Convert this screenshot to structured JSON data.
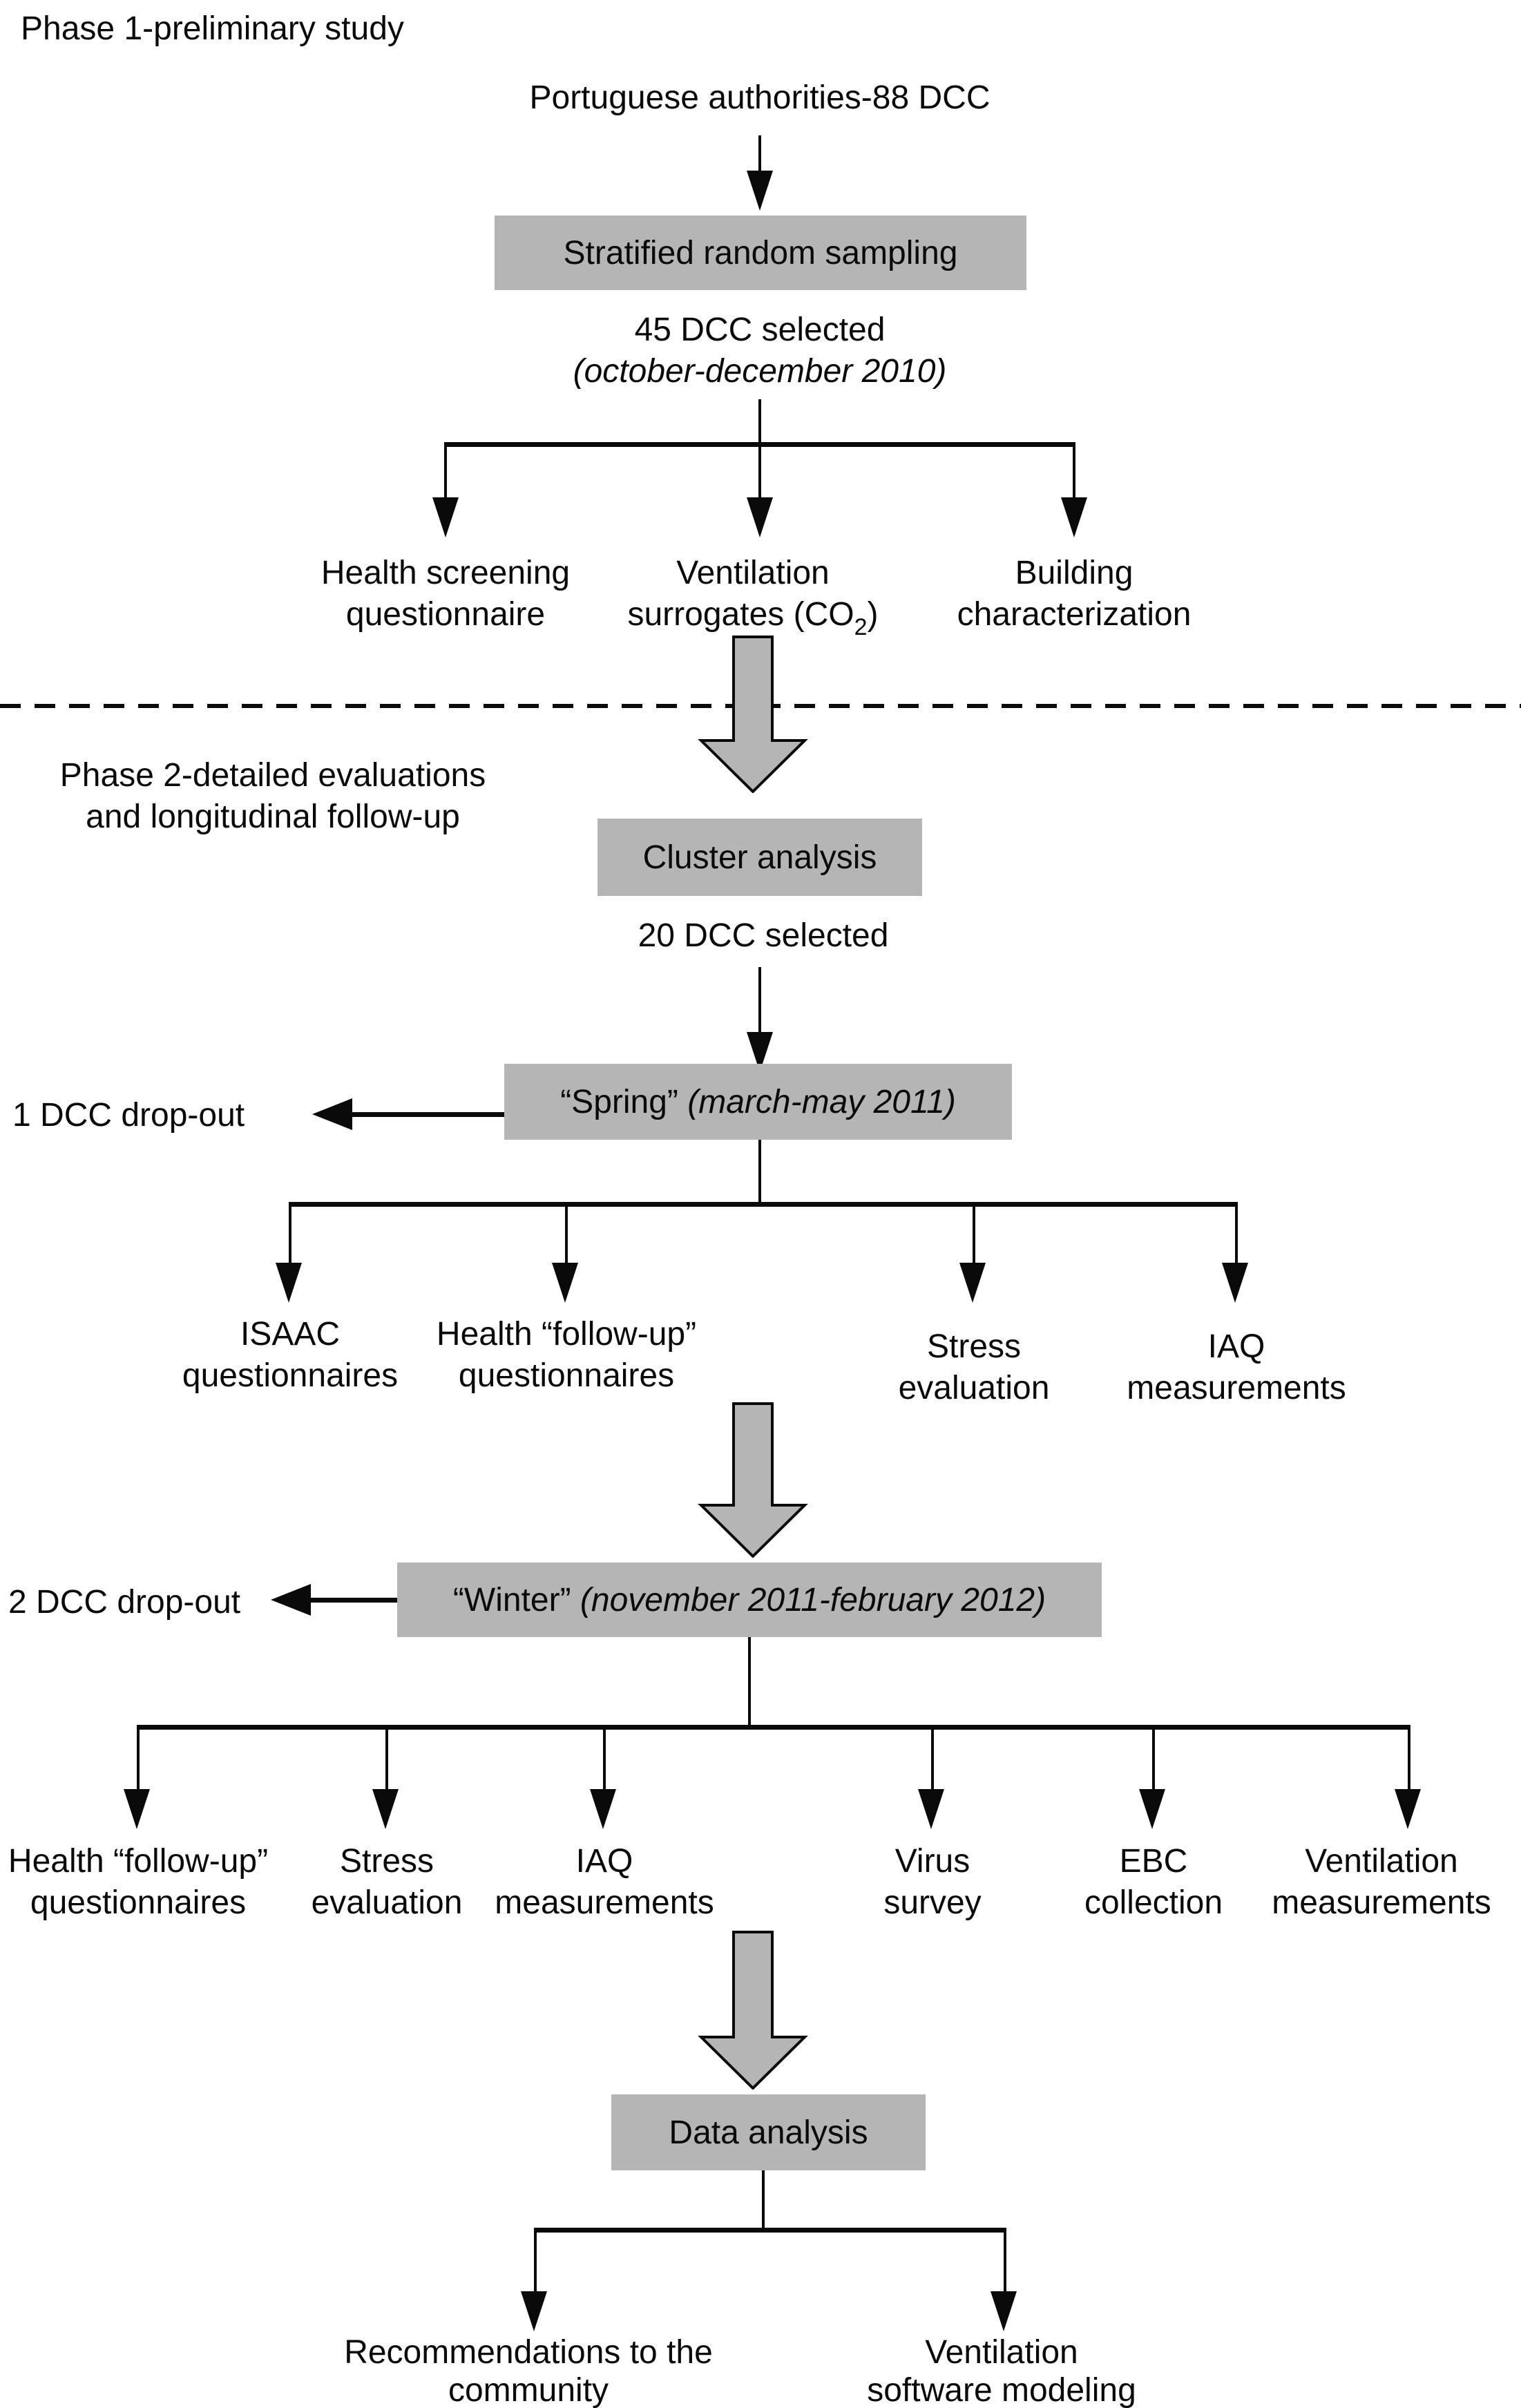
{
  "colors": {
    "background": "#ffffff",
    "box_fill": "#b5b5b5",
    "line": "#0a0a0a",
    "text": "#0a0a0a"
  },
  "phase1_label": "Phase 1-preliminary study",
  "phase2_label": {
    "line1": "Phase 2-detailed evaluations",
    "line2": "and longitudinal follow-up"
  },
  "flow": {
    "start": "Portuguese authorities-88 DCC",
    "stratified_box": "Stratified random sampling",
    "dcc45": "45 DCC selected",
    "dcc45_period": "(october-december 2010)",
    "phase1_branches": [
      {
        "line1": "Health screening",
        "line2": "questionnaire"
      },
      {
        "line1": "Ventilation",
        "line2_pre": "surrogates (CO",
        "line2_sub": "2",
        "line2_post": ")"
      },
      {
        "line1": "Building",
        "line2": "characterization"
      }
    ],
    "cluster_box": "Cluster analysis",
    "dcc20": "20 DCC selected",
    "spring": {
      "title": "“Spring”",
      "period": "(march-may 2011)",
      "dropout": "1 DCC drop-out"
    },
    "spring_branches": [
      {
        "line1": "ISAAC",
        "line2": "questionnaires"
      },
      {
        "line1": "Health “follow-up”",
        "line2": "questionnaires"
      },
      {
        "line1": "Stress",
        "line2": "evaluation"
      },
      {
        "line1": "IAQ",
        "line2": "measurements"
      }
    ],
    "winter": {
      "title": "“Winter”",
      "period": "(november 2011-february 2012)",
      "dropout": "2 DCC drop-out"
    },
    "winter_branches": [
      {
        "line1": "Health “follow-up”",
        "line2": "questionnaires"
      },
      {
        "line1": "Stress",
        "line2": "evaluation"
      },
      {
        "line1": "IAQ",
        "line2": "measurements"
      },
      {
        "line1": "Virus",
        "line2": "survey"
      },
      {
        "line1": "EBC",
        "line2": "collection"
      },
      {
        "line1": "Ventilation",
        "line2": "measurements"
      }
    ],
    "data_analysis_box": "Data analysis",
    "outcomes": [
      {
        "line1": "Recommendations to the",
        "line2": "community"
      },
      {
        "line1": "Ventilation",
        "line2": "software modeling"
      }
    ]
  }
}
